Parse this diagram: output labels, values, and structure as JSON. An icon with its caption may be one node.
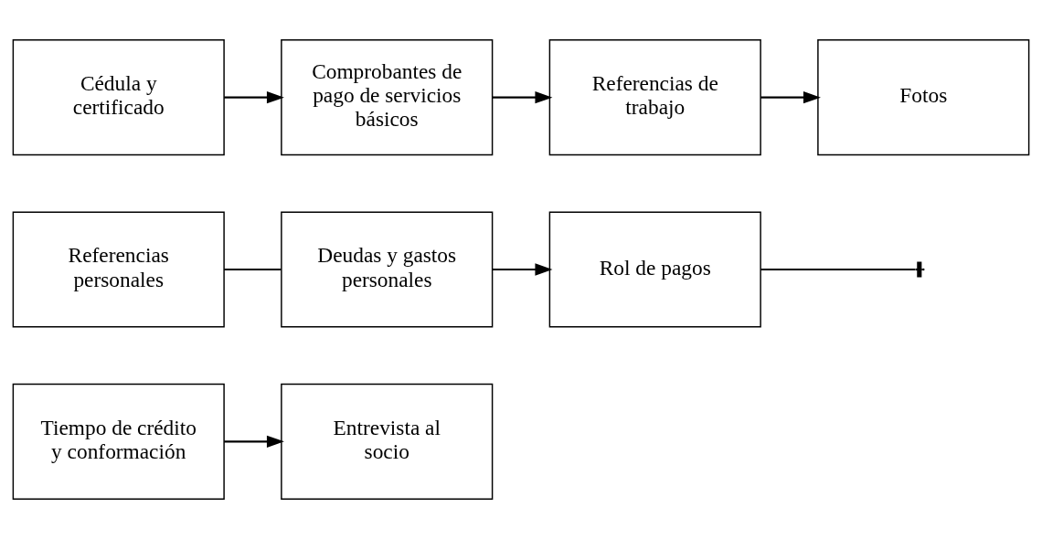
{
  "diagram": {
    "nodes": [
      {
        "text": [
          "Cédula y certificado"
        ]
      },
      {
        "text": [
          "Comprobantes de pago de servicios básicos"
        ]
      },
      {
        "text": [
          "Referencias de trabajo"
        ]
      },
      {
        "text": [
          "Fotos"
        ]
      },
      {
        "text": [
          "Referencias personales"
        ]
      },
      {
        "text": [
          "Deudas y gastos personales"
        ]
      },
      {
        "text": [
          "Rol de pagos"
        ]
      },
      {
        "text": [
          "Tiempo de crédito y conformación"
        ]
      },
      {
        "text": [
          "Entrevista al socio"
        ]
      }
    ],
    "edges": [
      {
        "from": 0,
        "to": 1,
        "arrow": "to"
      },
      {
        "from": 1,
        "to": 2,
        "arrow": "to"
      },
      {
        "from": 2,
        "to": 3,
        "arrow": "to"
      },
      {
        "from": 4,
        "to": 5,
        "arrow": "none"
      },
      {
        "from": 5,
        "to": 6,
        "arrow": "to"
      },
      {
        "from": 6,
        "to": null,
        "arrow": "other"
      },
      {
        "from": 7,
        "to": 8,
        "arrow": "to"
      }
    ]
  }
}
